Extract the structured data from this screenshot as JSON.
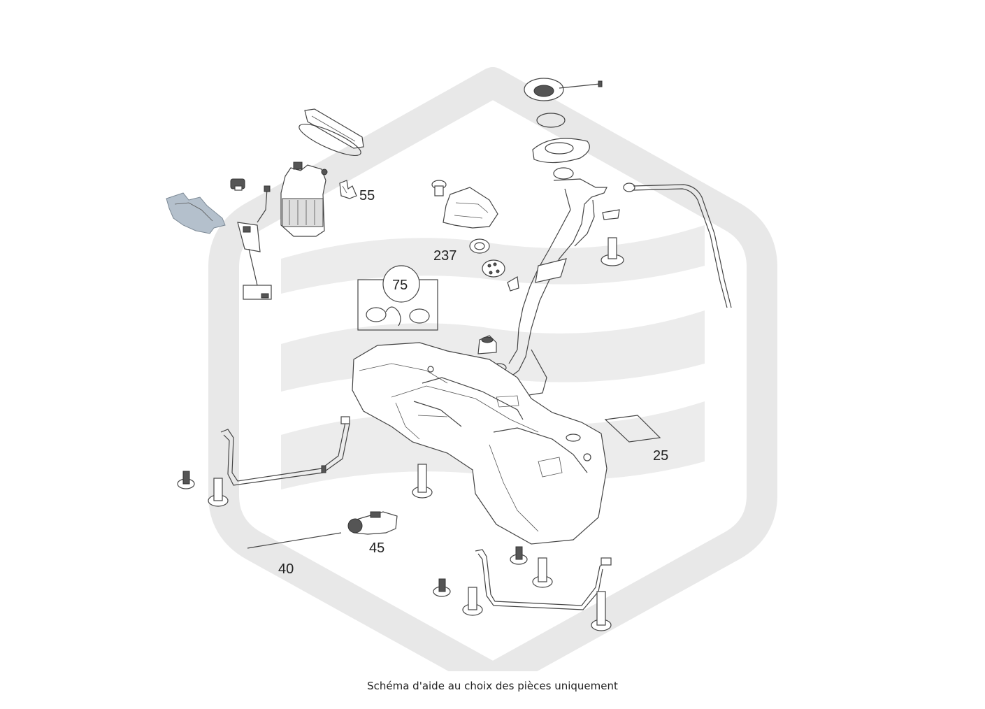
{
  "caption": "Schéma d'aide au choix des pièces uniquement",
  "callouts": {
    "c55": "55",
    "c237": "237",
    "c75": "75",
    "c25": "25",
    "c45": "45",
    "c40": "40"
  },
  "colors": {
    "watermark": "#e6e6e6",
    "line": "#444444",
    "highlight_part": "#b4c0cc"
  }
}
